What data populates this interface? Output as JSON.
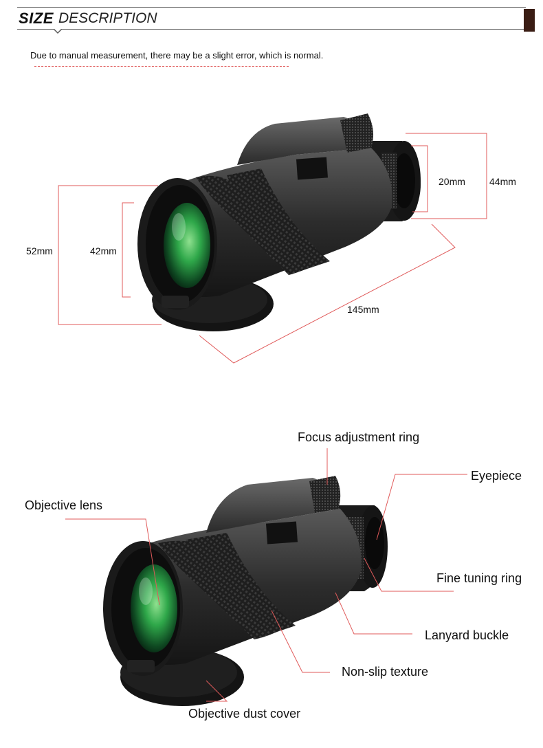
{
  "header": {
    "title_bold": "SIZE",
    "title_light": "DESCRIPTION",
    "accent_color": "#3a1d14"
  },
  "notice": "Due to manual measurement, there may be a slight error, which is normal.",
  "dimensions": {
    "body_height": "52mm",
    "objective_diameter": "42mm",
    "eyepiece_diameter": "20mm",
    "eyepiece_outer": "44mm",
    "length": "145mm"
  },
  "parts": {
    "focus_ring": "Focus adjustment ring",
    "eyepiece": "Eyepiece",
    "objective_lens": "Objective lens",
    "fine_tuning": "Fine tuning ring",
    "lanyard": "Lanyard buckle",
    "texture": "Non-slip texture",
    "dust_cover": "Objective dust cover"
  },
  "line_color": "#e05a5a"
}
